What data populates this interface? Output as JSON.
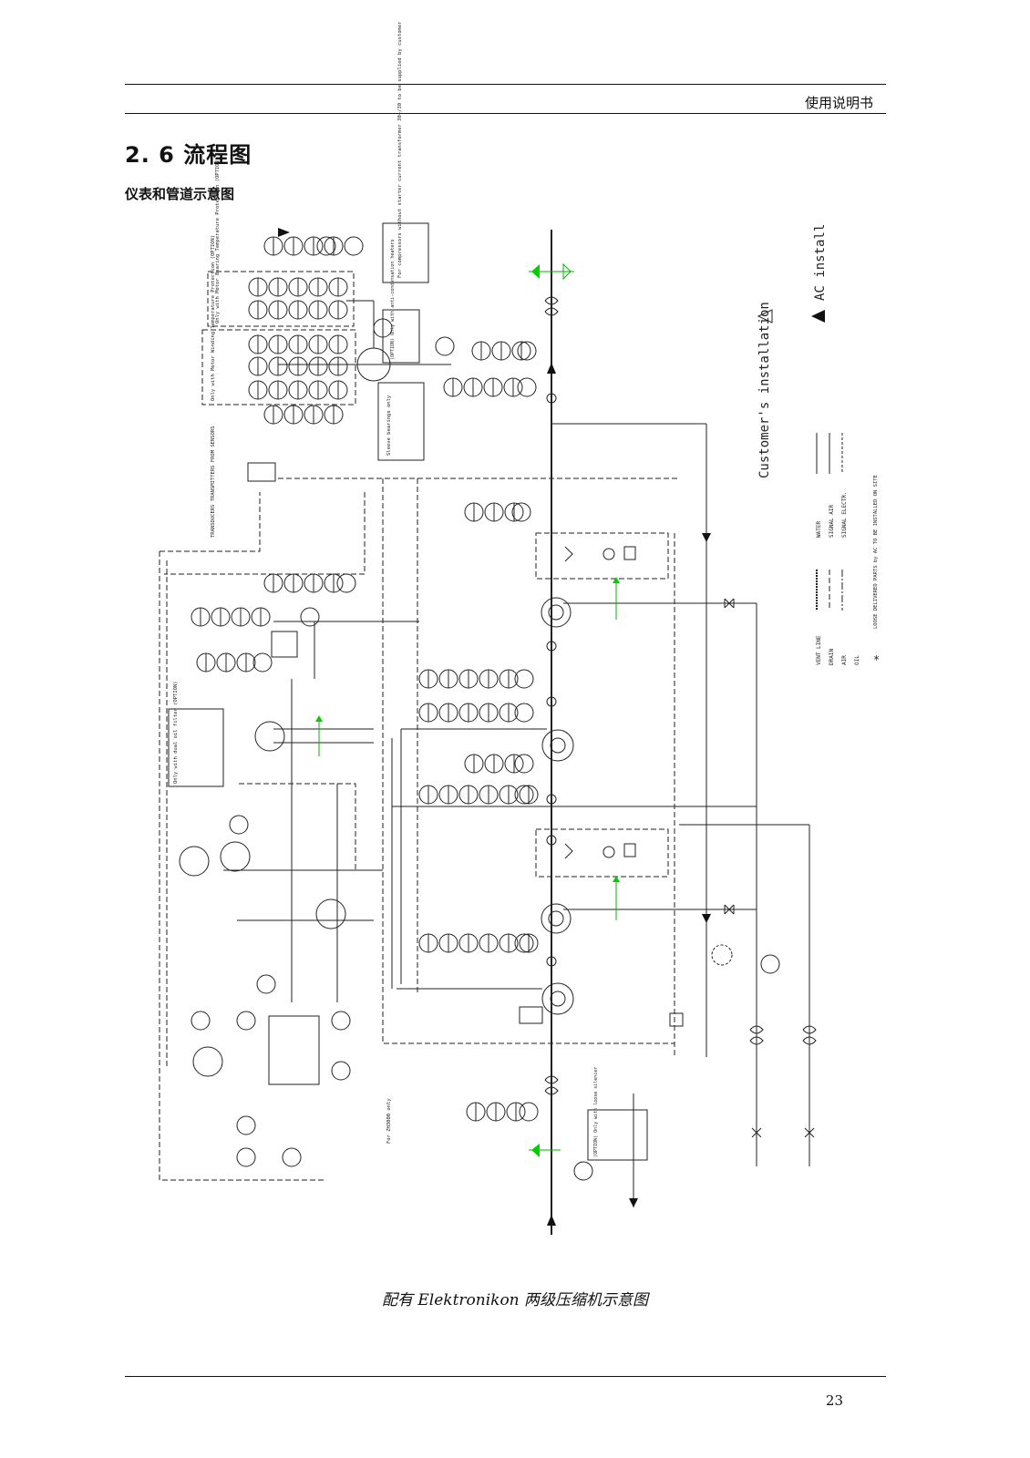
{
  "header": {
    "title": "使用说明书"
  },
  "section": {
    "title": "2. 6 流程图",
    "subtitle": "仪表和管道示意图"
  },
  "diagram": {
    "ac_install": "AC install",
    "customer_installation": "Customer's installation",
    "legend_top": [
      "WATER",
      "SIGNAL AIR",
      "SIGNAL ELECTR."
    ],
    "legend_bottom": [
      "VENT LINE",
      "DRAIN",
      "AIR",
      "OIL"
    ],
    "loose_parts": "LOOSE DELIVERED PARTS by AC TO BE INSTALLED ON SITE",
    "note_transformer": "For compressors without starter current transformer 30+/30 to be supplied by customer",
    "note_motor_bearing": "Only with Motor Bearing Temperature Protection (OPTION)",
    "note_motor_winding": "Only with Motor Winding Temperature Protection (OPTION)",
    "note_sleeve": "Sleeve bearings only",
    "note_transducers": "TRANSDUCERS TRANSMITTERS FROM SENSORS",
    "note_dual_filter": "Only with dual oil filter (OPTION)",
    "note_2h3000": "For ZH3000 only",
    "note_option_combination": "(OPTION) Only with anti-condensation heaters",
    "note_loose_silencer": "(OPTION) Only with loose silencer",
    "asterisk": "*"
  },
  "caption": "配有 Elektronikon  两级压缩机示意图",
  "page_number": "23"
}
